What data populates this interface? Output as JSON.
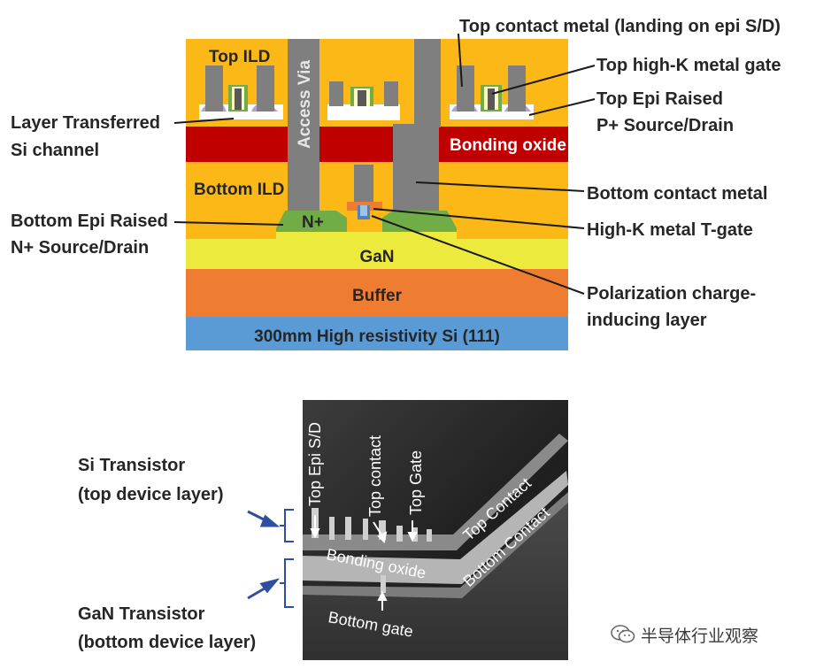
{
  "diagram": {
    "layers": {
      "top_ild": "Top ILD",
      "access_via": "Access Via",
      "bonding_oxide": "Bonding oxide",
      "bottom_ild": "Bottom ILD",
      "nplus": "N+",
      "gan": "GaN",
      "buffer": "Buffer",
      "substrate": "300mm High resistivity Si (111)"
    },
    "callouts_right": [
      "Top contact metal (landing on epi S/D)",
      "Top high-K metal gate",
      "Top Epi Raised",
      "P+ Source/Drain",
      "Bottom contact metal",
      "High-K metal T-gate",
      "Polarization charge-",
      "inducing layer"
    ],
    "callouts_left": [
      "Layer Transferred",
      "Si channel",
      "Bottom Epi Raised",
      "N+ Source/Drain"
    ],
    "colors": {
      "ild": "#fbb817",
      "metal": "#7f7f7f",
      "bonding_oxide": "#c00000",
      "gan": "#ecea3c",
      "buffer": "#ee7d31",
      "substrate": "#5b9bd5",
      "epi_n": "#70ad47"
    }
  },
  "tem": {
    "left_labels": [
      "Si Transistor",
      "(top device layer)",
      "GaN Transistor",
      "(bottom device layer)"
    ],
    "image_labels": {
      "top_epi_sd": "Top Epi S/D",
      "top_contact": "Top contact",
      "top_gate": "Top Gate",
      "bonding_oxide": "Bonding oxide",
      "bottom_gate": "Bottom gate",
      "top_contact_diag": "Top Contact",
      "bottom_contact_diag": "Bottom Contact"
    },
    "arrow_color": "#2e4e9e"
  },
  "watermark": {
    "text": "半导体行业观察",
    "icon": "wechat-icon"
  }
}
